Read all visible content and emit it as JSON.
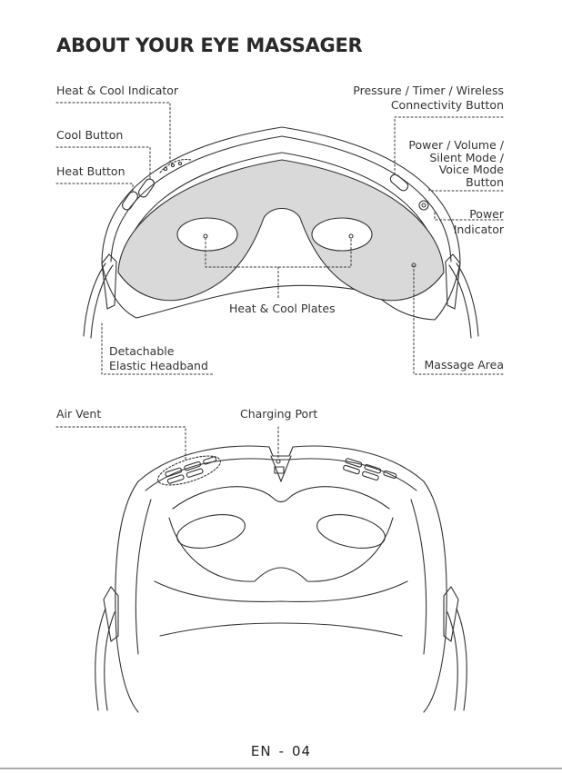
{
  "page": {
    "title": "ABOUT YOUR EYE MASSAGER",
    "footer": {
      "lang": "EN",
      "separator": "-",
      "page_number": "04"
    }
  },
  "front_view": {
    "labels": {
      "heat_cool_indicator": "Heat & Cool Indicator",
      "cool_button": "Cool Button",
      "heat_button": "Heat Button",
      "pressure_timer_wireless": [
        "Pressure / Timer / Wireless",
        "Connectivity Button"
      ],
      "power_volume": [
        "Power / Volume /",
        "Silent Mode /",
        "Voice Mode",
        "Button"
      ],
      "power_indicator": [
        "Power",
        "Indicator"
      ],
      "heat_cool_plates": "Heat & Cool Plates",
      "detachable_headband": [
        "Detachable",
        "Elastic Headband"
      ],
      "massage_area": "Massage Area"
    }
  },
  "back_view": {
    "labels": {
      "air_vent": "Air Vent",
      "charging_port": "Charging Port"
    }
  }
}
